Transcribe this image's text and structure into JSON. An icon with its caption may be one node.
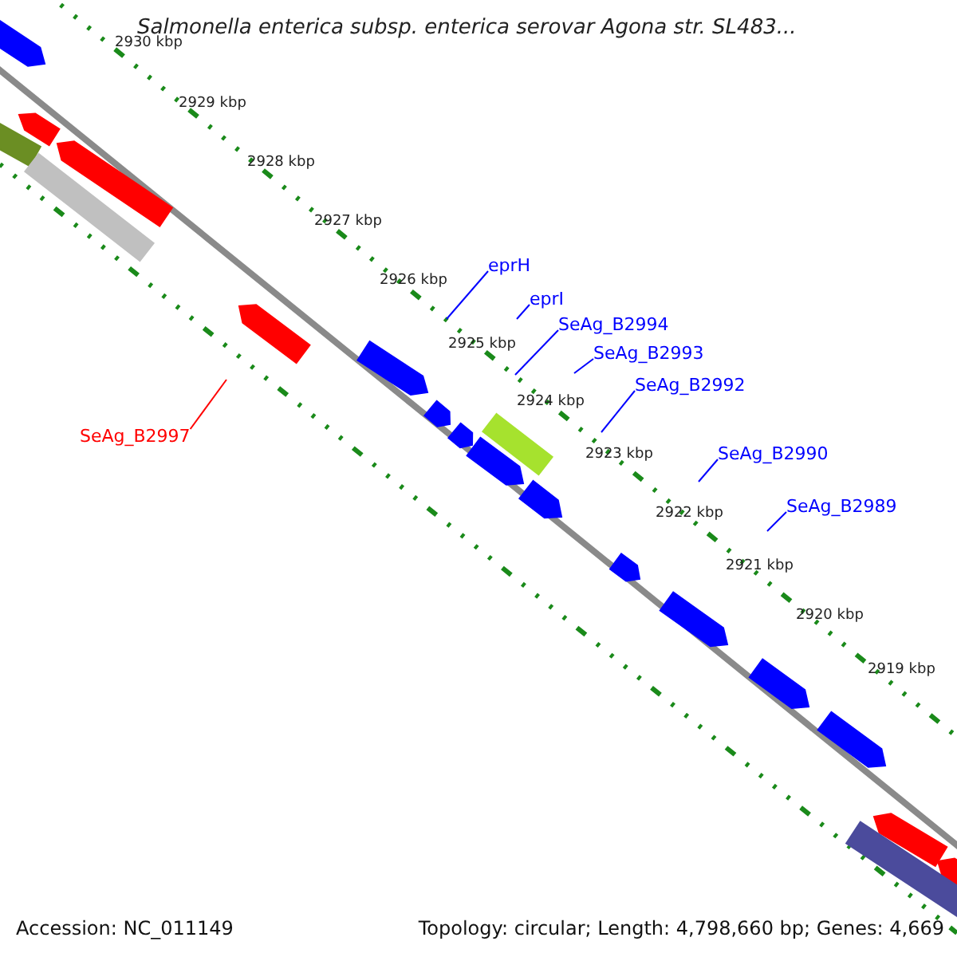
{
  "diagram": {
    "title": "Salmonella enterica subsp. enterica serovar Agona str. SL483...",
    "nodes": [
      {
        "text": [
          "eprH"
        ]
      },
      {
        "text": [
          "eprI"
        ]
      },
      {
        "text": [
          "SeAg_B2994"
        ]
      },
      {
        "text": [
          "SeAg_B2993"
        ]
      },
      {
        "text": [
          "SeAg_B2992"
        ]
      },
      {
        "text": [
          "SeAg_B2997"
        ]
      },
      {
        "text": [
          "SeAg_B2990"
        ]
      },
      {
        "text": [
          "SeAg_B2989"
        ]
      }
    ],
    "edges": [
      {
        "from": 0,
        "to": null,
        "arrow": "none"
      },
      {
        "from": 1,
        "to": null,
        "arrow": "none"
      },
      {
        "from": 2,
        "to": null,
        "arrow": "none"
      },
      {
        "from": 3,
        "to": null,
        "arrow": "none"
      },
      {
        "from": 4,
        "to": null,
        "arrow": "none"
      },
      {
        "from": 5,
        "to": null,
        "arrow": "none",
        "color": "#ff0000"
      },
      {
        "from": 6,
        "to": null,
        "arrow": "none"
      },
      {
        "from": 7,
        "to": null,
        "arrow": "none"
      }
    ],
    "labels": [
      "2930 kbp",
      "2929 kbp",
      "2928 kbp",
      "2927 kbp",
      "2926 kbp",
      "2925 kbp",
      "2924 kbp",
      "2923 kbp",
      "2922 kbp",
      "2921 kbp",
      "2920 kbp",
      "2919 kbp",
      "Accession: NC_011149",
      "Topology: circular; Length: 4,798,660 bp; Genes: 4,669"
    ]
  }
}
